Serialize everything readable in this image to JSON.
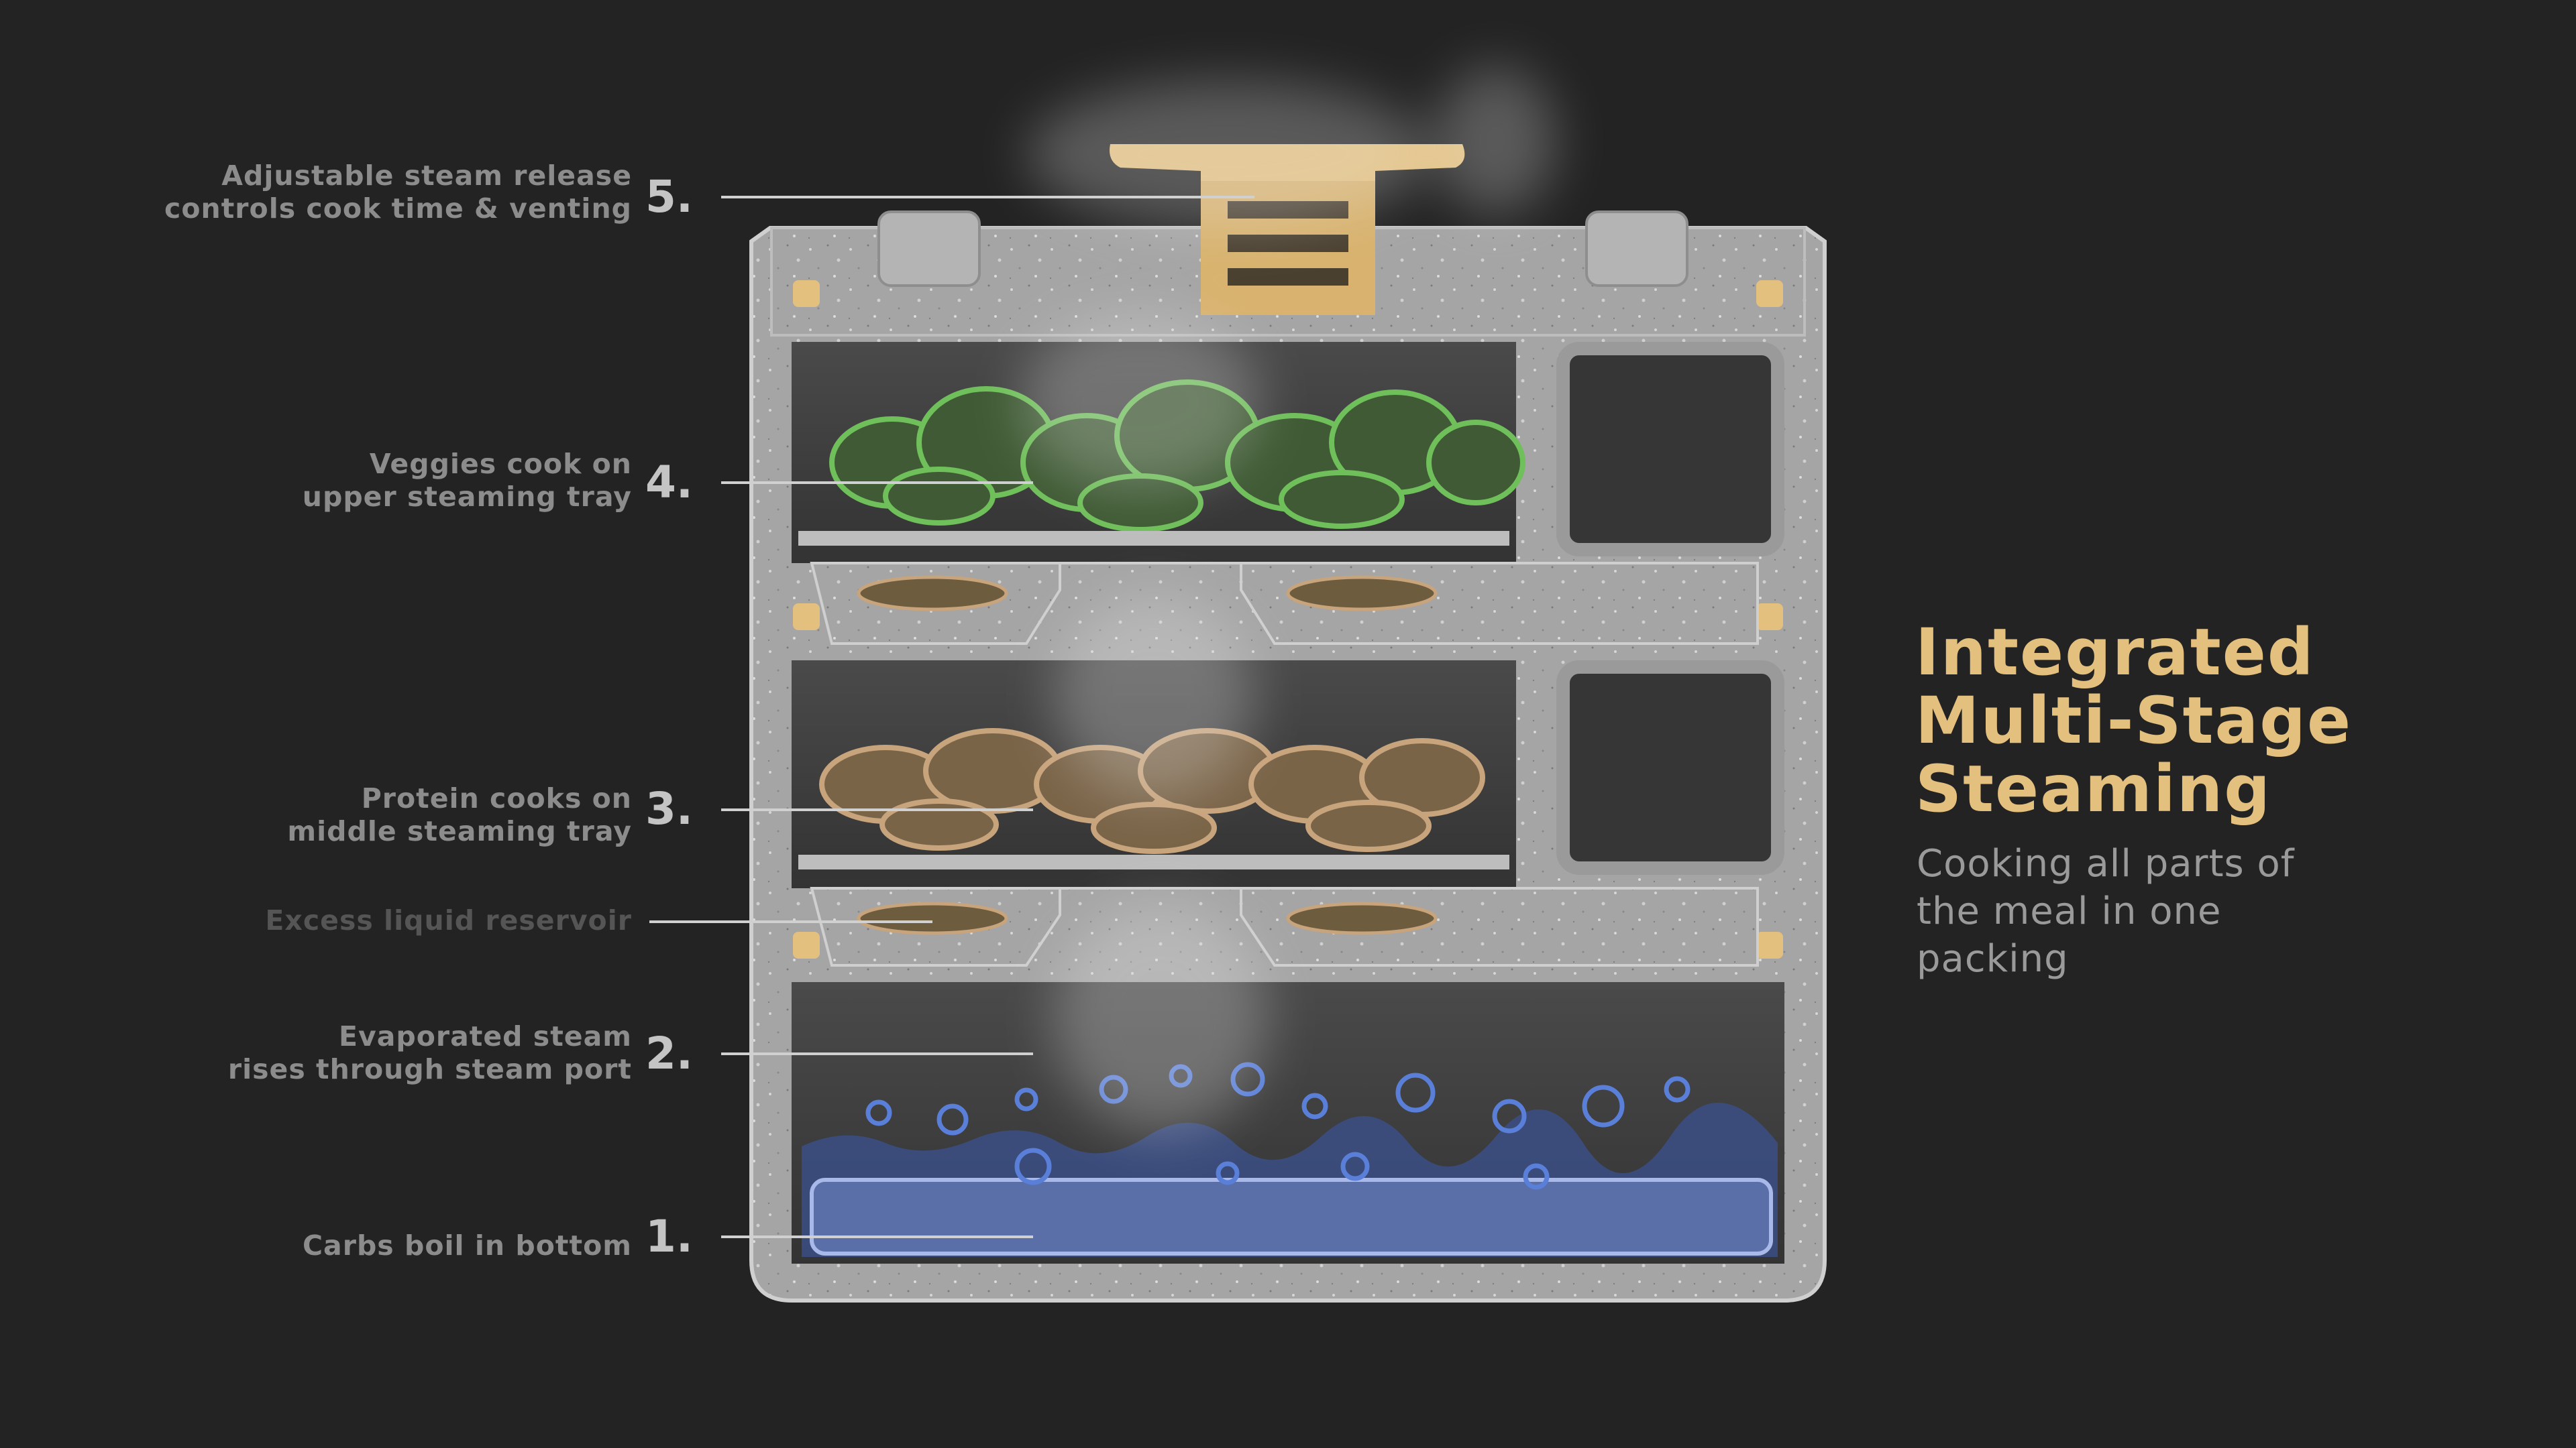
{
  "colors": {
    "background": "#232323",
    "shell": "#a9a9a9",
    "chamber": "#3e3e3e",
    "accent_gold": "#e4c07e",
    "veggie_green": "#6fbf5a",
    "protein_tan": "#c8a47c",
    "water_blue": "#5a7fd8",
    "label_text": "#8c8c8c",
    "number_text": "#c4c4c4",
    "subtitle_text": "#9a9a9a"
  },
  "callouts": [
    {
      "number": "5.",
      "text": "Adjustable steam release\ncontrols cook time & venting"
    },
    {
      "number": "4.",
      "text": "Veggies cook on\nupper steaming tray"
    },
    {
      "number": "3.",
      "text": "Protein cooks on\nmiddle steaming tray"
    },
    {
      "number": "",
      "text": "Excess liquid reservoir"
    },
    {
      "number": "2.",
      "text": "Evaporated steam\nrises through steam port"
    },
    {
      "number": "1.",
      "text": "Carbs boil in bottom"
    }
  ],
  "heading": {
    "title": "Integrated\nMulti-Stage\nSteaming",
    "subtitle": "Cooking all parts of\nthe meal in one\npacking"
  }
}
